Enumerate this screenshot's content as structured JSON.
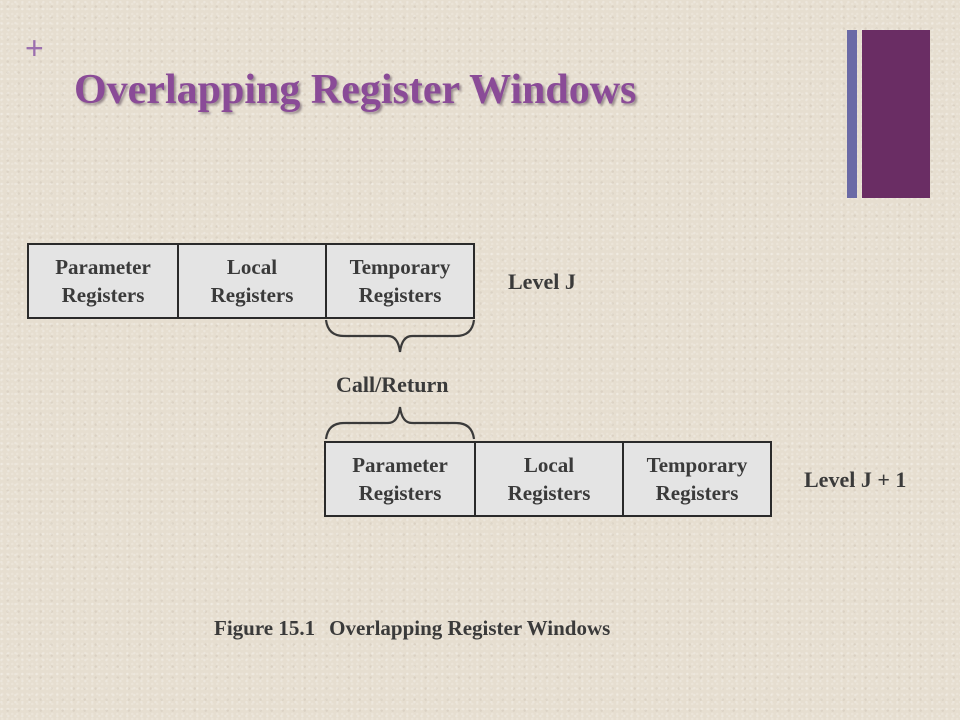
{
  "slide": {
    "marker": "+",
    "title": "Overlapping Register Windows",
    "accent_colors": {
      "thin_bar": "#6a6aa6",
      "thick_bar": "#6a2d64",
      "title": "#8a4b97"
    }
  },
  "diagram": {
    "level_j": {
      "label": "Level J",
      "cells": [
        {
          "line1": "Parameter",
          "line2": "Registers"
        },
        {
          "line1": "Local",
          "line2": "Registers"
        },
        {
          "line1": "Temporary",
          "line2": "Registers"
        }
      ]
    },
    "level_j1": {
      "label": "Level J + 1",
      "cells": [
        {
          "line1": "Parameter",
          "line2": "Registers"
        },
        {
          "line1": "Local",
          "line2": "Registers"
        },
        {
          "line1": "Temporary",
          "line2": "Registers"
        }
      ]
    },
    "connector_label": "Call/Return"
  },
  "caption": {
    "number": "Figure 15.1",
    "text": "Overlapping Register Windows"
  }
}
